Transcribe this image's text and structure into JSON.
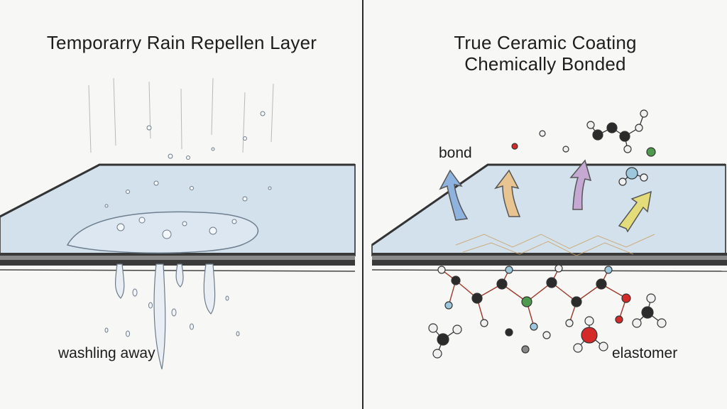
{
  "left_panel": {
    "title": "Temporarry Rain Repellen Layer",
    "label": "washling away"
  },
  "right_panel": {
    "title_line1": "True Ceramic Coating",
    "title_line2": "Chemically Bonded",
    "label_bond": "bond",
    "label_elastomer": "elastomer"
  },
  "colors": {
    "glass": "#c7d9ea",
    "edge": "#333333",
    "arrow_blue": "#8fb3df",
    "arrow_orange": "#e8c490",
    "arrow_purple": "#c5a9d3",
    "arrow_yellow": "#e4dc7a",
    "atom_black": "#2b2b2b",
    "atom_red": "#d42a2a",
    "atom_green": "#4e9a4e"
  }
}
